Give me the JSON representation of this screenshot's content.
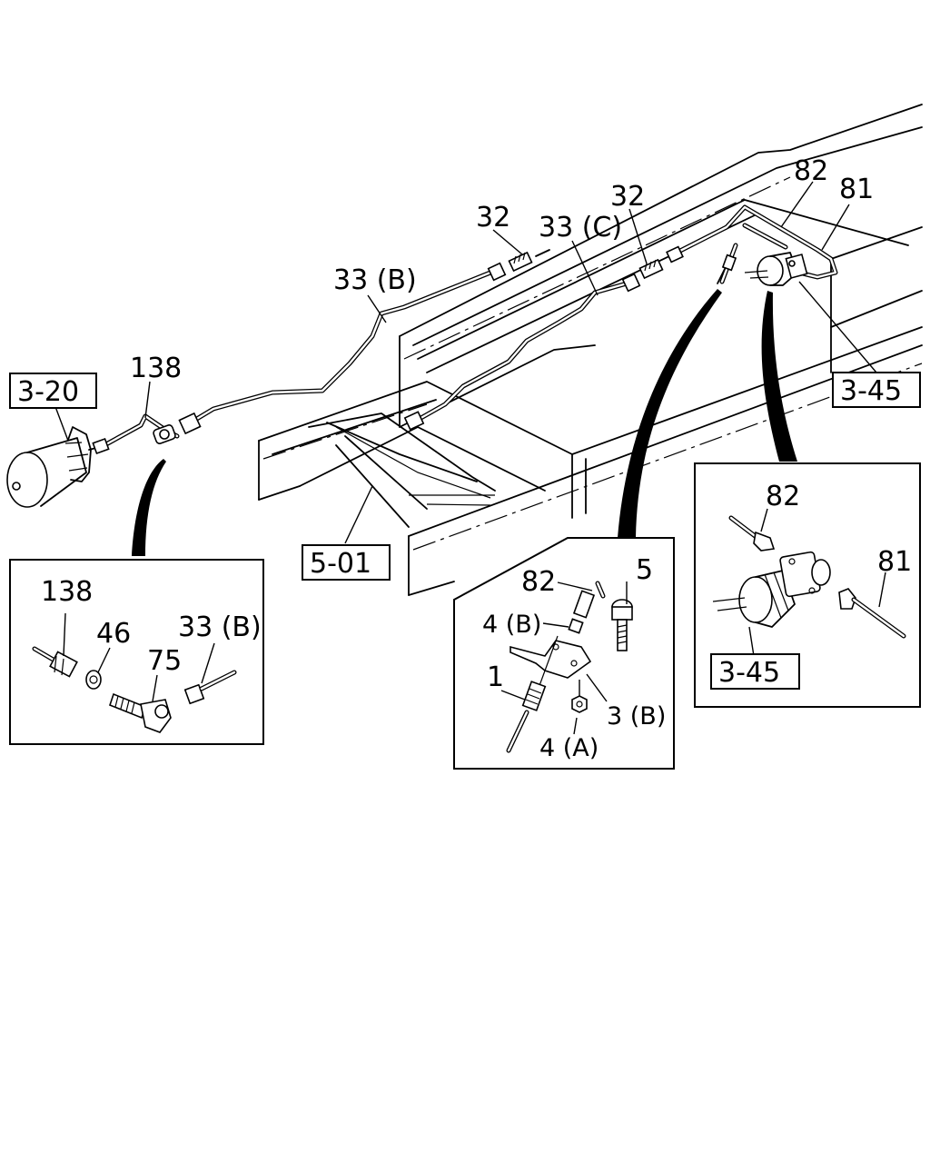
{
  "callouts": {
    "p32_left": "32",
    "p32_right": "32",
    "p33c": "33 (C)",
    "p33b_main": "33 (B)",
    "p82_top": "82",
    "p81_top": "81",
    "p138_main": "138",
    "ref_320": "3-20",
    "ref_345_main": "3-45",
    "ref_501": "5-01"
  },
  "detail_left": {
    "p138": "138",
    "p46": "46",
    "p75": "75",
    "p33b": "33 (B)"
  },
  "detail_middle": {
    "p82": "82",
    "p5": "5",
    "p4b": "4 (B)",
    "p1": "1",
    "p3b": "3 (B)",
    "p4a": "4 (A)"
  },
  "detail_right": {
    "p82": "82",
    "p81": "81",
    "ref_345": "3-45"
  }
}
